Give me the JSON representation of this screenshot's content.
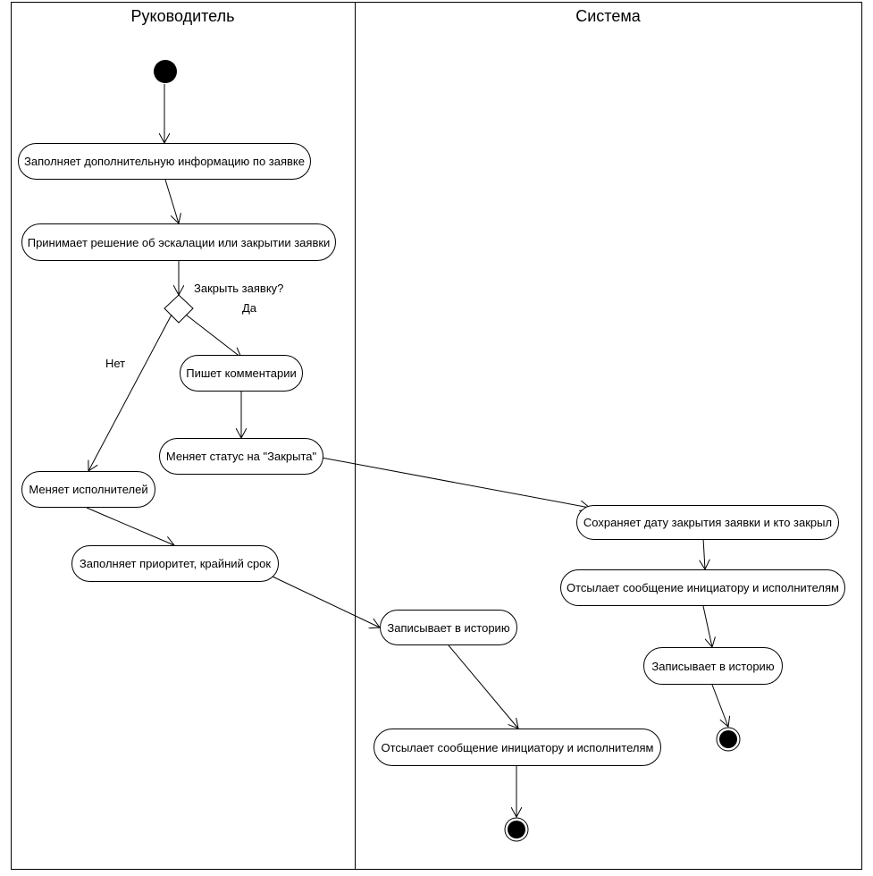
{
  "lanes": {
    "manager": {
      "title": "Руководитель"
    },
    "system": {
      "title": "Система"
    }
  },
  "nodes": {
    "fill_info": "Заполняет дополнительную информацию по заявке",
    "decide": "Принимает решение об эскалации или закрытии заявки",
    "write_comment": "Пишет комментарии",
    "set_status_closed": "Меняет статус на \"Закрыта\"",
    "change_executors": "Меняет исполнителей",
    "fill_priority": "Заполняет приоритет, крайний срок",
    "save_close_date": "Сохраняет дату закрытия заявки и кто закрыл",
    "send_msg_right": "Отсылает сообщение инициатору и исполнителям",
    "log_history_right": "Записывает в историю",
    "log_history_mid": "Записывает в историю",
    "send_msg_mid": "Отсылает сообщение инициатору и исполнителям"
  },
  "decision": {
    "question": "Закрыть заявку?",
    "yes_label": "Да",
    "no_label": "Нет"
  }
}
